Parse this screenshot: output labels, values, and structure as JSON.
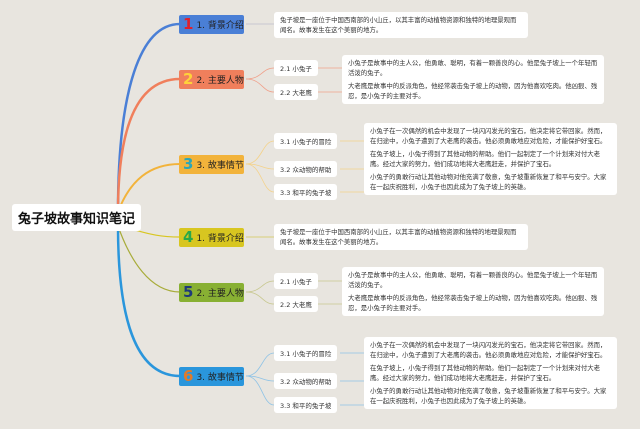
{
  "root": {
    "title": "兔子坡故事知识笔记"
  },
  "colors": {
    "background": "#e8e5df",
    "branch1": "#4a7fd6",
    "branch2": "#f07f5c",
    "branch3": "#f2b33b",
    "branch4": "#d8c620",
    "branch5": "#88b033",
    "branch6": "#2a96dc"
  },
  "branches": [
    {
      "marker": "1",
      "marker_color": "#e0202c",
      "bg": "#4a7fd6",
      "label": "1. 背景介绍",
      "note": "兔子坡是一座位于中国西南部的小山丘，以其丰富的动植物资源和独特的地理景观而闻名。故事发生在这个美丽的地方。"
    },
    {
      "marker": "2",
      "marker_color": "#ffd23a",
      "bg": "#f07f5c",
      "label": "2. 主要人物",
      "subs": [
        {
          "label": "2.1 小兔子",
          "note": "小兔子是故事中的主人公，他勇敢、聪明，有着一颗善良的心。他是兔子坡上一个年轻而活泼的兔子。"
        },
        {
          "label": "2.2 大老鹰",
          "note": "大老鹰是故事中的反派角色，他经常袭击兔子坡上的动物，因为他喜欢吃肉。他凶狠、残忍，是小兔子的主要对手。"
        }
      ]
    },
    {
      "marker": "3",
      "marker_color": "#2ca6b8",
      "bg": "#f2b33b",
      "label": "3. 故事情节",
      "subs": [
        {
          "label": "3.1 小兔子的冒险",
          "note": "小兔子在一次偶然的机会中发现了一块闪闪发光的宝石，他决定将它带回家。然而，在归途中，小兔子遭到了大老鹰的袭击。他必须勇敢地应对危险，才能保护好宝石。"
        },
        {
          "label": "3.2 众动物的帮助",
          "note": "在兔子坡上，小兔子得到了其他动物的帮助。他们一起制定了一个计划来对付大老鹰。经过大家的努力，他们成功地将大老鹰赶走，并保护了宝石。"
        },
        {
          "label": "3.3 和平的兔子坡",
          "note": "小兔子的勇敢行动让其他动物对他充满了敬意，兔子坡重新恢复了和平与安宁。大家在一起庆祝胜利，小兔子也因此成为了兔子坡上的英雄。"
        }
      ]
    },
    {
      "marker": "4",
      "marker_color": "#2aa84a",
      "bg": "#d8c620",
      "label": "1. 背景介绍",
      "note": "兔子坡是一座位于中国西南部的小山丘，以其丰富的动植物资源和独特的地理景观而闻名。故事发生在这个美丽的地方。"
    },
    {
      "marker": "5",
      "marker_color": "#1e3a7a",
      "bg": "#88b033",
      "label": "2. 主要人物",
      "subs": [
        {
          "label": "2.1 小兔子",
          "note": "小兔子是故事中的主人公，他勇敢、聪明，有着一颗善良的心。他是兔子坡上一个年轻而活泼的兔子。"
        },
        {
          "label": "2.2 大老鹰",
          "note": "大老鹰是故事中的反派角色，他经常袭击兔子坡上的动物，因为他喜欢吃肉。他凶狠、残忍，是小兔子的主要对手。"
        }
      ]
    },
    {
      "marker": "6",
      "marker_color": "#e07a2a",
      "bg": "#2a96dc",
      "label": "3. 故事情节",
      "subs": [
        {
          "label": "3.1 小兔子的冒险",
          "note": "小兔子在一次偶然的机会中发现了一块闪闪发光的宝石，他决定将它带回家。然而，在归途中，小兔子遭到了大老鹰的袭击。他必须勇敢地应对危险，才能保护好宝石。"
        },
        {
          "label": "3.2 众动物的帮助",
          "note": "在兔子坡上，小兔子得到了其他动物的帮助。他们一起制定了一个计划来对付大老鹰。经过大家的努力，他们成功地将大老鹰赶走，并保护了宝石。"
        },
        {
          "label": "3.3 和平的兔子坡",
          "note": "小兔子的勇敢行动让其他动物对他充满了敬意，兔子坡重新恢复了和平与安宁。大家在一起庆祝胜利，小兔子也因此成为了兔子坡上的英雄。"
        }
      ]
    }
  ]
}
